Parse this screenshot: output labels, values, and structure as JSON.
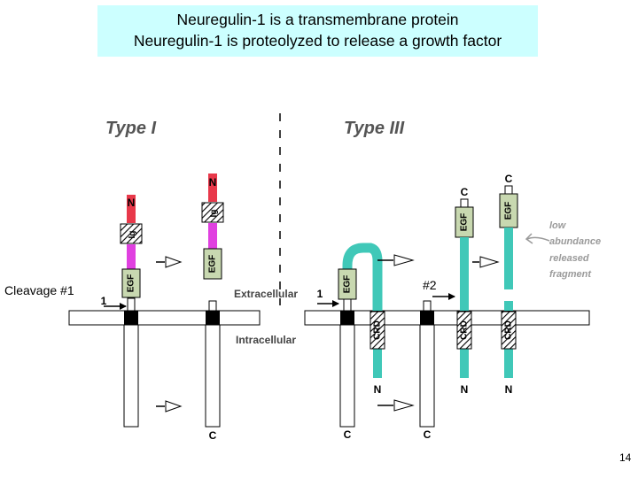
{
  "title": {
    "line1": "Neuregulin-1 is a transmembrane protein",
    "line2": "Neuregulin-1 is proteolyzed to release a growth factor"
  },
  "slide_number": "14",
  "annotations": {
    "cleavage_1": "Cleavage #1",
    "cleavage_2": "#2"
  },
  "diagram": {
    "type_i": "Type I",
    "type_iii": "Type III",
    "extracellular": "Extracellular",
    "intracellular": "Intracellular",
    "domains": {
      "egf": "EGF",
      "ig": "Ig",
      "crd": "CRD"
    },
    "termini": {
      "n": "N",
      "c": "C"
    },
    "cleavage_site": "1",
    "released_fragment": [
      "low",
      "abundance",
      "released",
      "fragment"
    ]
  },
  "colors": {
    "title_bg": "#ccffff",
    "n_terminal_red": "#e8384a",
    "linker_magenta": "#e040e0",
    "type_iii_teal": "#40c8b8",
    "egf_box": "#c8d8b0",
    "annotation_gray": "#9a9a9a"
  }
}
